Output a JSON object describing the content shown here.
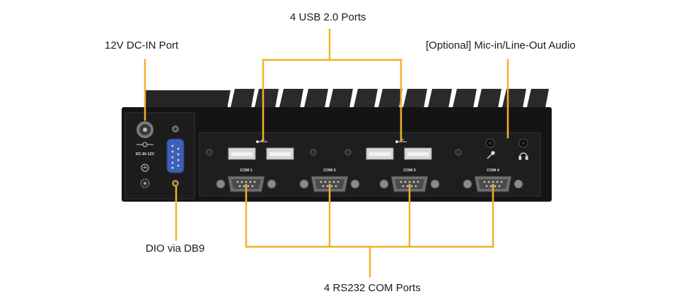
{
  "callouts": {
    "usb": "4 USB 2.0 Ports",
    "dc_in": "12V DC-IN Port",
    "audio": "[Optional] Mic-in/Line-Out Audio",
    "dio": "DIO via DB9",
    "com": "4 RS232 COM Ports"
  },
  "panel_labels": {
    "dc_in": "DC-IN 12V",
    "com_ports": [
      "COM 1",
      "COM 2",
      "COM 3",
      "COM 4"
    ]
  },
  "colors": {
    "leader": "#f0b323",
    "chassis": "#141414",
    "panel": "#1e1e1e",
    "usb_port": "#d9d9d9",
    "db9_dio": "#3d5fb5",
    "db9_com": "#6f6f6f",
    "label_text": "#1a1a1a"
  },
  "icons": [
    "usb-icon",
    "microphone-icon",
    "headphone-icon",
    "ground-icon",
    "power-polarity-icon"
  ]
}
